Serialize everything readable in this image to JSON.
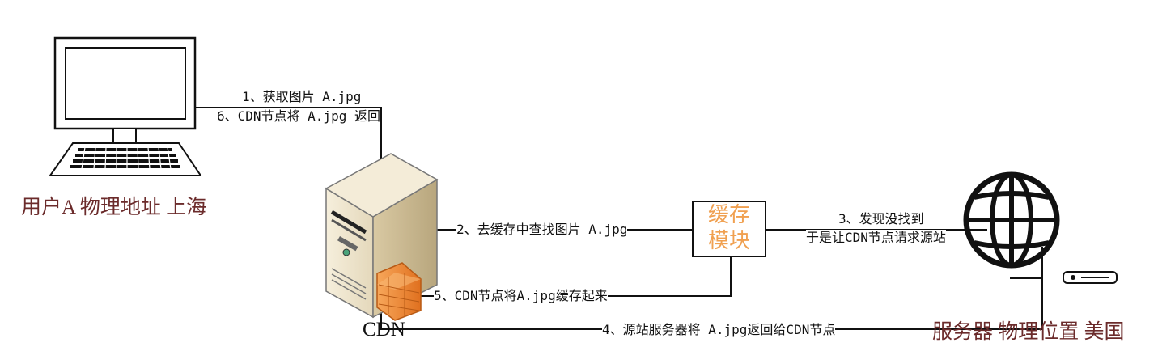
{
  "nodes": {
    "user": "用户A  物理地址  上海",
    "server": "服务器  物理位置  美国",
    "cdn": "CDN",
    "cache_line1": "缓存",
    "cache_line2": "模块"
  },
  "edges": {
    "step1": "1、获取图片 A.jpg",
    "step6": "6、CDN节点将 A.jpg 返回",
    "step2": "2、去缓存中查找图片 A.jpg",
    "step3_line1": "3、发现没找到",
    "step3_line2": "于是让CDN节点请求源站",
    "step5": "5、CDN节点将A.jpg缓存起来",
    "step4": "4、源站服务器将 A.jpg返回给CDN节点"
  },
  "icons": [
    "computer-icon",
    "server-icon",
    "firewall-icon",
    "globe-icon",
    "router-icon"
  ],
  "colors": {
    "node_label": "#6b2b2b",
    "cache_text": "#f0a050",
    "firewall": "#f08a30"
  }
}
